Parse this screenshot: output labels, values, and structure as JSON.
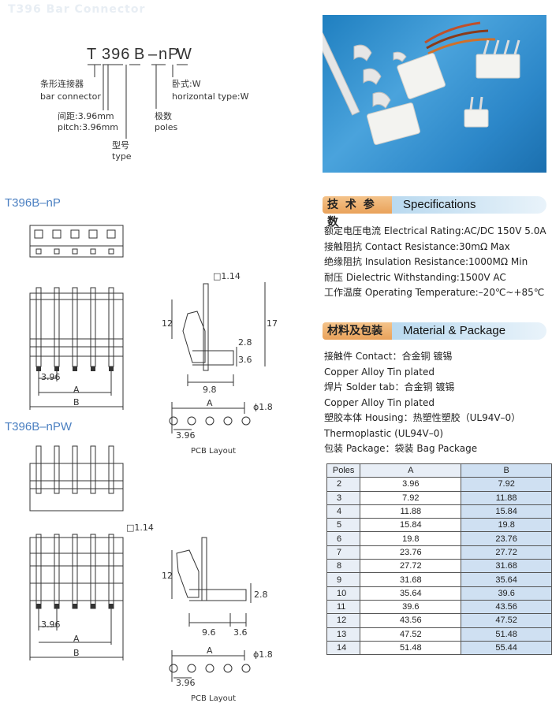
{
  "header": {
    "title": "T396 Bar Connector"
  },
  "part_number": {
    "chars": [
      "T",
      "396",
      "B",
      "–",
      "nP",
      "W"
    ]
  },
  "legend": {
    "bar_cn": "条形连接器",
    "bar_en": "bar connector",
    "pitch_cn": "间距:3.96mm",
    "pitch_en": "pitch:3.96mm",
    "type_cn": "型号",
    "type_en": "type",
    "poles_cn": "极数",
    "poles_en": "poles",
    "horiz_cn": "卧式:W",
    "horiz_en": "horizontal type:W"
  },
  "sections": {
    "np": "T396B–nP",
    "npw": "T396B–nPW"
  },
  "dims": {
    "pitch": "3.96",
    "a": "A",
    "b": "B",
    "sq": "□1.14",
    "h12": "12",
    "h17": "17",
    "h28": "2.8",
    "h36": "3.6",
    "w98": "9.8",
    "w96": "9.6",
    "w36": "3.6",
    "phi": "ϕ1.8",
    "pcb": "PCB Layout"
  },
  "specs": {
    "title_cn": "技 术 参 数",
    "title_en": "Specifications",
    "lines": [
      "额定电压电流 Electrical Rating:AC/DC 150V 5.0A",
      "接触阻抗 Contact Resistance:30mΩ Max",
      "绝缘阻抗 Insulation Resistance:1000MΩ Min",
      "耐压 Dielectric Withstanding:1500V AC",
      "工作温度 Operating Temperature:–20℃~+85℃"
    ]
  },
  "material": {
    "title_cn": "材料及包装",
    "title_en": "Material & Package",
    "lines": [
      "接触件 Contact：合金铜 镀锡",
      "Copper Alloy Tin plated",
      "焊片 Solder tab：合金铜 镀锡",
      "Copper Alloy Tin plated",
      "塑胶本体 Housing：热塑性塑胶（UL94V–0）",
      "Thermoplastic (UL94V–0)",
      "包装 Package：袋装 Bag Package"
    ]
  },
  "table": {
    "headers": [
      "Poles",
      "A",
      "B"
    ],
    "rows": [
      [
        "2",
        "3.96",
        "7.92"
      ],
      [
        "3",
        "7.92",
        "11.88"
      ],
      [
        "4",
        "11.88",
        "15.84"
      ],
      [
        "5",
        "15.84",
        "19.8"
      ],
      [
        "6",
        "19.8",
        "23.76"
      ],
      [
        "7",
        "23.76",
        "27.72"
      ],
      [
        "8",
        "27.72",
        "31.68"
      ],
      [
        "9",
        "31.68",
        "35.64"
      ],
      [
        "10",
        "35.64",
        "39.6"
      ],
      [
        "11",
        "39.6",
        "43.56"
      ],
      [
        "12",
        "43.56",
        "47.52"
      ],
      [
        "13",
        "47.52",
        "51.48"
      ],
      [
        "14",
        "51.48",
        "55.44"
      ]
    ]
  }
}
